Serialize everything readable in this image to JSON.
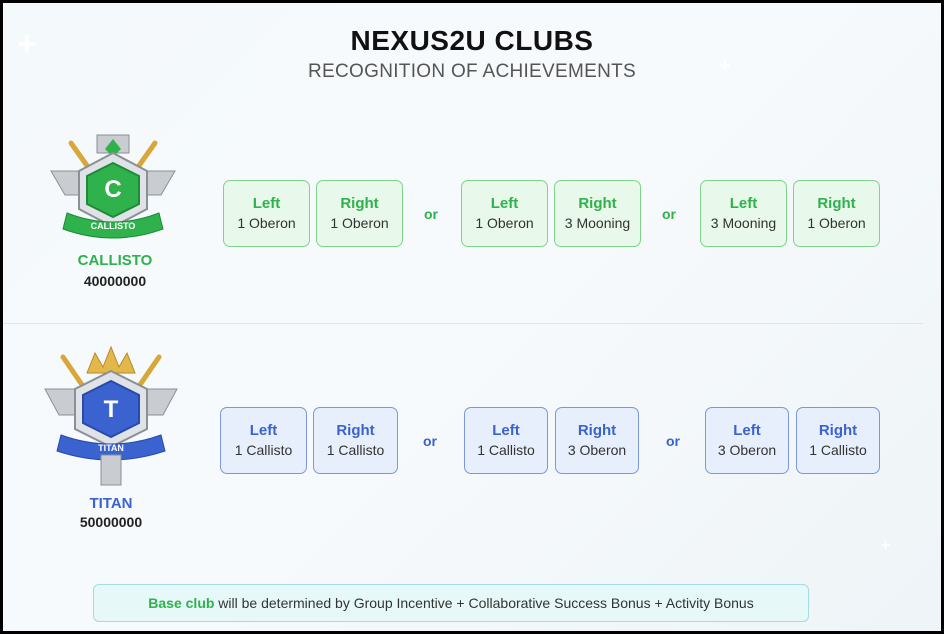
{
  "title": "NEXUS2U CLUBS",
  "subtitle": "RECOGNITION OF ACHIEVEMENTS",
  "or_label": "or",
  "colors": {
    "green": "#2fb14c",
    "blue": "#3a63d0",
    "gold": "#d8a73a"
  },
  "clubs": [
    {
      "name": "CALLISTO",
      "amount": "40000000",
      "badge_letter": "C",
      "badge_ribbon": "CALLISTO",
      "options": [
        [
          {
            "dir": "Left",
            "req": "1 Oberon"
          },
          {
            "dir": "Right",
            "req": "1 Oberon"
          }
        ],
        [
          {
            "dir": "Left",
            "req": "1 Oberon"
          },
          {
            "dir": "Right",
            "req": "3 Mooning"
          }
        ],
        [
          {
            "dir": "Left",
            "req": "3 Mooning"
          },
          {
            "dir": "Right",
            "req": "1 Oberon"
          }
        ]
      ]
    },
    {
      "name": "TITAN",
      "amount": "50000000",
      "badge_letter": "T",
      "badge_ribbon": "TITAN",
      "options": [
        [
          {
            "dir": "Left",
            "req": "1 Callisto"
          },
          {
            "dir": "Right",
            "req": "1 Callisto"
          }
        ],
        [
          {
            "dir": "Left",
            "req": "1 Callisto"
          },
          {
            "dir": "Right",
            "req": "3 Oberon"
          }
        ],
        [
          {
            "dir": "Left",
            "req": "3 Oberon"
          },
          {
            "dir": "Right",
            "req": "1 Callisto"
          }
        ]
      ]
    }
  ],
  "note": {
    "highlight": "Base club",
    "text": " will be determined by Group Incentive + Collaborative Success Bonus + Activity Bonus"
  }
}
